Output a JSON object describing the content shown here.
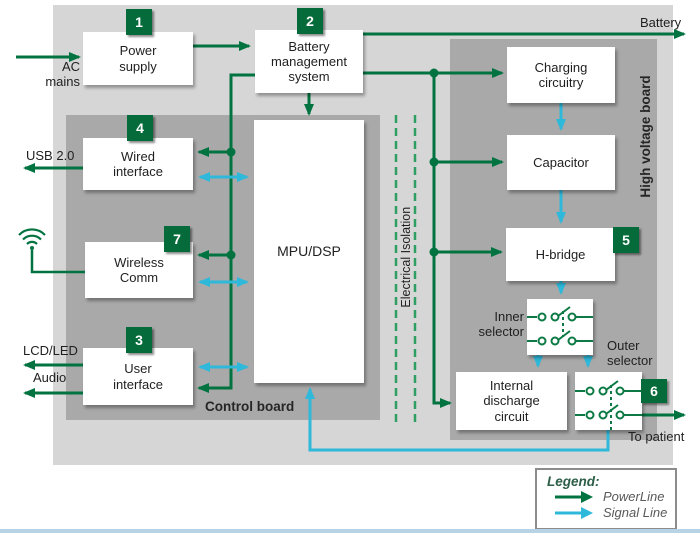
{
  "colors": {
    "power_line_green": "#007340",
    "signal_line_cyan": "#2eb8d9",
    "badge_green": "#066b3b",
    "board_gray": "#a9a9a9",
    "outer_gray": "#d6d6d6"
  },
  "nodes": {
    "power_supply": {
      "label": "Power\nsupply",
      "badge": "1"
    },
    "bms": {
      "label": "Battery\nmanagement\nsystem",
      "badge": "2"
    },
    "wired_interface": {
      "label": "Wired\ninterface",
      "badge": "4"
    },
    "wireless_comm": {
      "label": "Wireless\nComm",
      "badge": "7"
    },
    "user_interface": {
      "label": "User\ninterface",
      "badge": "3"
    },
    "mpu_dsp": {
      "label": "MPU/DSP"
    },
    "charging_circuitry": {
      "label": "Charging\ncircuitry"
    },
    "capacitor": {
      "label": "Capacitor"
    },
    "h_bridge": {
      "label": "H-bridge",
      "badge": "5"
    },
    "internal_discharge": {
      "label": "Internal\ndischarge\ncircuit"
    },
    "outer_selector": {
      "badge": "6"
    }
  },
  "regions": {
    "control_board": "Control board",
    "hv_board": "High voltage board",
    "isolation": "Electrical Isolation"
  },
  "io_labels": {
    "ac_mains": "AC\nmains",
    "usb": "USB 2.0",
    "lcd": "LCD/LED",
    "audio": "Audio",
    "battery": "Battery",
    "to_patient": "To patient"
  },
  "selector_labels": {
    "inner": "Inner\nselector",
    "outer": "Outer\nselector"
  },
  "legend": {
    "title": "Legend:",
    "power": "PowerLine",
    "signal": "Signal Line"
  }
}
